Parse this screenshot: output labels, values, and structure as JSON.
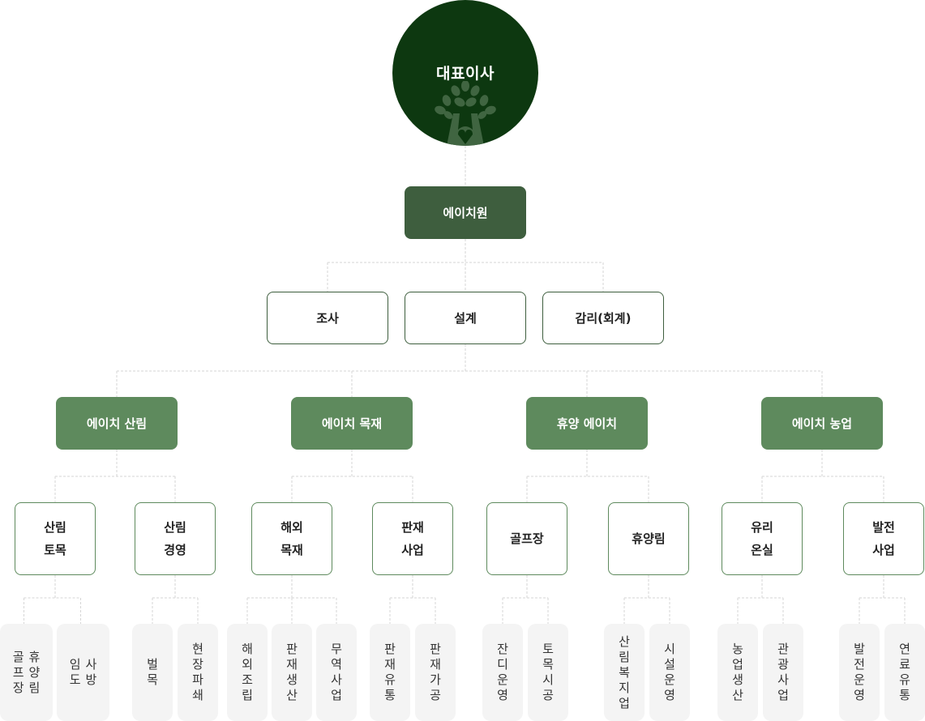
{
  "colors": {
    "ceo": "#0d3810",
    "hq": "#3e5e3e",
    "division": "#5e8a5d",
    "leaf_bg": "#f4f4f4",
    "connector": "#d6d6d6"
  },
  "ceo": {
    "label": "대표이사",
    "icon": "tree-heart-icon"
  },
  "hq": {
    "label": "에이치원"
  },
  "departments": [
    {
      "label": "조사"
    },
    {
      "label": "설계"
    },
    {
      "label": "감리(회계)"
    }
  ],
  "divisions": [
    {
      "label": "에이치 산림",
      "units": [
        {
          "lines": [
            "산림",
            "토목"
          ],
          "leaves": [
            {
              "columns": [
                "골프장",
                "휴양림"
              ]
            },
            {
              "columns": [
                "임도",
                "사방"
              ]
            }
          ]
        },
        {
          "lines": [
            "산림",
            "경영"
          ],
          "leaves": [
            {
              "columns": [
                "벌목"
              ]
            },
            {
              "columns": [
                "현장파쇄"
              ]
            }
          ]
        }
      ]
    },
    {
      "label": "에이치 목재",
      "units": [
        {
          "lines": [
            "해외",
            "목재"
          ],
          "leaves": [
            {
              "columns": [
                "해외조립"
              ]
            },
            {
              "columns": [
                "판재생산"
              ]
            },
            {
              "columns": [
                "무역사업"
              ]
            }
          ]
        },
        {
          "lines": [
            "판재",
            "사업"
          ],
          "leaves": [
            {
              "columns": [
                "판재유통"
              ]
            },
            {
              "columns": [
                "판재가공"
              ]
            }
          ]
        }
      ]
    },
    {
      "label": "휴양 에이치",
      "units": [
        {
          "lines": [
            "골프장"
          ],
          "leaves": [
            {
              "columns": [
                "잔디운영"
              ]
            },
            {
              "columns": [
                "토목시공"
              ]
            }
          ]
        },
        {
          "lines": [
            "휴양림"
          ],
          "leaves": [
            {
              "columns": [
                "산림복지업"
              ]
            },
            {
              "columns": [
                "시설운영"
              ]
            }
          ]
        }
      ]
    },
    {
      "label": "에이치 농업",
      "units": [
        {
          "lines": [
            "유리",
            "온실"
          ],
          "leaves": [
            {
              "columns": [
                "농업생산"
              ]
            },
            {
              "columns": [
                "관광사업"
              ]
            }
          ]
        },
        {
          "lines": [
            "발전",
            "사업"
          ],
          "leaves": [
            {
              "columns": [
                "발전운영"
              ]
            },
            {
              "columns": [
                "연료유통"
              ]
            }
          ]
        }
      ]
    }
  ]
}
